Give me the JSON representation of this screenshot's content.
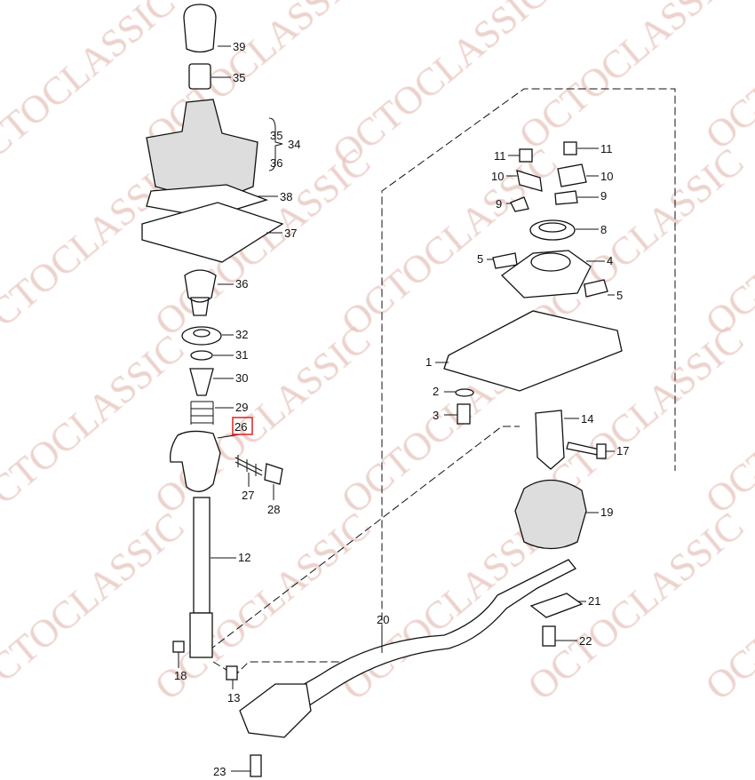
{
  "watermark": "OCTOCLASSIC",
  "highlight_color": "#e02020",
  "highlighted_label": "26",
  "callouts": [
    "39",
    "35",
    "35",
    "34",
    "36",
    "38",
    "37",
    "36",
    "32",
    "31",
    "30",
    "29",
    "26",
    "27",
    "28",
    "12",
    "18",
    "13",
    "23",
    "20",
    "11",
    "11",
    "10",
    "10",
    "9",
    "9",
    "8",
    "5",
    "4",
    "5",
    "1",
    "2",
    "3",
    "14",
    "17",
    "19",
    "21",
    "22"
  ]
}
